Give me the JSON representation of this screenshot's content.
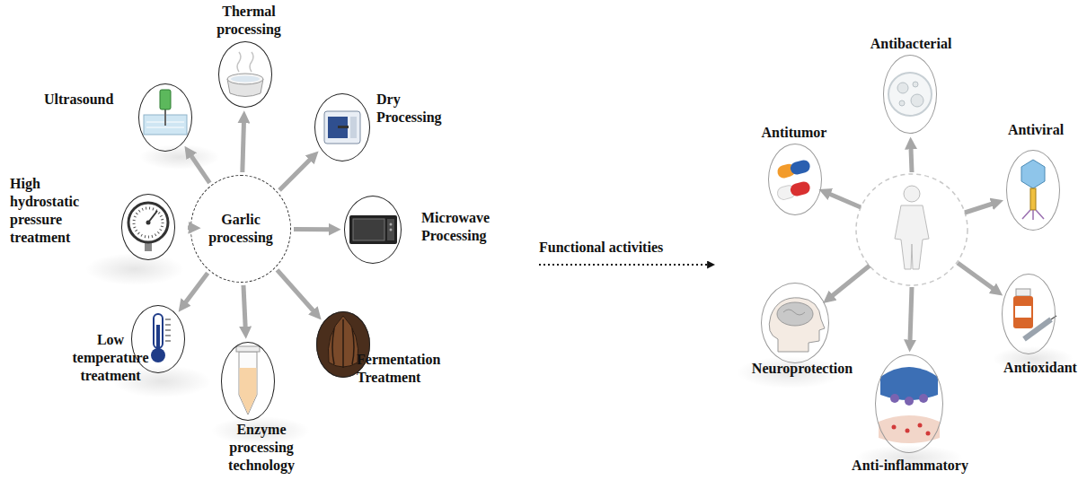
{
  "diagram": {
    "nodes": [
      {
        "text": [
          "Garlic processing"
        ]
      },
      {
        "text": [
          "Thermal processing"
        ]
      },
      {
        "text": [
          "Dry Processing"
        ]
      },
      {
        "text": [
          "Microwave Processing"
        ]
      },
      {
        "text": [
          "Fermentation Treatment"
        ]
      },
      {
        "text": [
          "Enzyme processing technology"
        ]
      },
      {
        "text": [
          "Low temperature treatment"
        ]
      },
      {
        "text": [
          "High hydrostatic pressure treatment"
        ]
      },
      {
        "text": [
          "Ultrasound"
        ]
      },
      {
        "text": [
          "Antibacterial"
        ]
      },
      {
        "text": [
          "Antiviral"
        ]
      },
      {
        "text": [
          "Antioxidant"
        ]
      },
      {
        "text": [
          "Anti-inflammatory"
        ]
      },
      {
        "text": [
          "Neuroprotection"
        ]
      },
      {
        "text": [
          "Antitumor"
        ]
      }
    ],
    "edges": [
      {
        "from": 0,
        "to": 1,
        "arrow": "to"
      },
      {
        "from": 0,
        "to": 2,
        "arrow": "to"
      },
      {
        "from": 0,
        "to": 3,
        "arrow": "to"
      },
      {
        "from": 0,
        "to": 4,
        "arrow": "to"
      },
      {
        "from": 0,
        "to": 5,
        "arrow": "to"
      },
      {
        "from": 0,
        "to": 6,
        "arrow": "to"
      },
      {
        "from": 0,
        "to": 7,
        "arrow": "to"
      },
      {
        "from": 0,
        "to": 8,
        "arrow": "to"
      }
    ],
    "labels": [
      "Functional activities"
    ]
  }
}
